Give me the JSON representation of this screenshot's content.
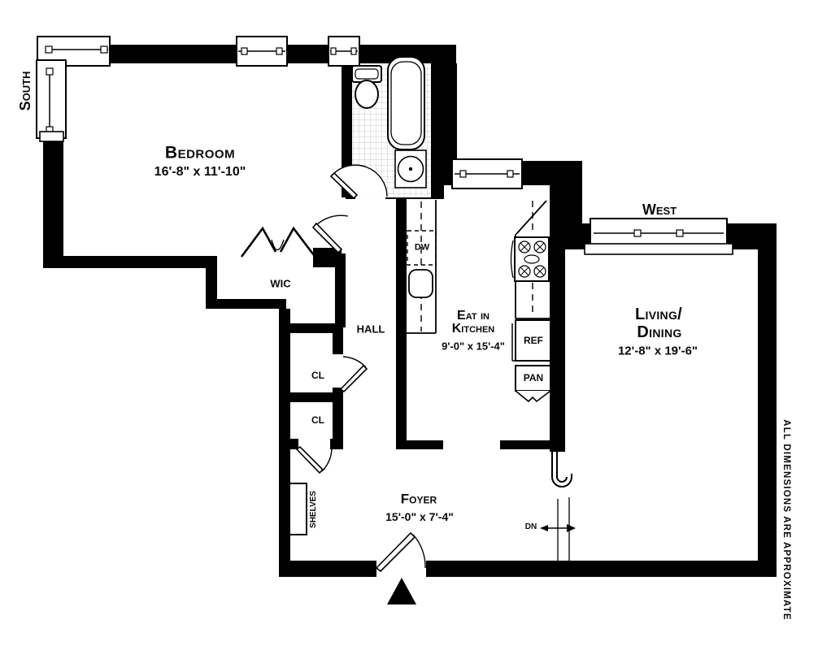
{
  "compass": {
    "south": "South",
    "west": "West"
  },
  "rooms": {
    "bedroom": {
      "name": "Bedroom",
      "dims": "16'-8\" x 11'-10\""
    },
    "kitchen": {
      "name_line1": "Eat in",
      "name_line2": "Kitchen",
      "dims": "9'-0\" x 15'-4\""
    },
    "living": {
      "name_line1": "Living/",
      "name_line2": "Dining",
      "dims": "12'-8\" x 19'-6\""
    },
    "foyer": {
      "name": "Foyer",
      "dims": "15'-0\" x 7'-4\""
    },
    "wic": {
      "name": "WIC"
    },
    "hall": {
      "name": "HALL"
    },
    "closet1": {
      "name": "CL"
    },
    "closet2": {
      "name": "CL"
    }
  },
  "fixtures": {
    "dishwasher": "DW",
    "refrigerator": "REF",
    "pantry": "PAN",
    "stairs_down": "DN",
    "shelves": "SHELVES"
  },
  "note": "ALL DIMENSIONS ARE APPROXIMATE",
  "colors": {
    "wall": "#000000",
    "tile_line": "#c8c8c8",
    "background": "#ffffff"
  }
}
